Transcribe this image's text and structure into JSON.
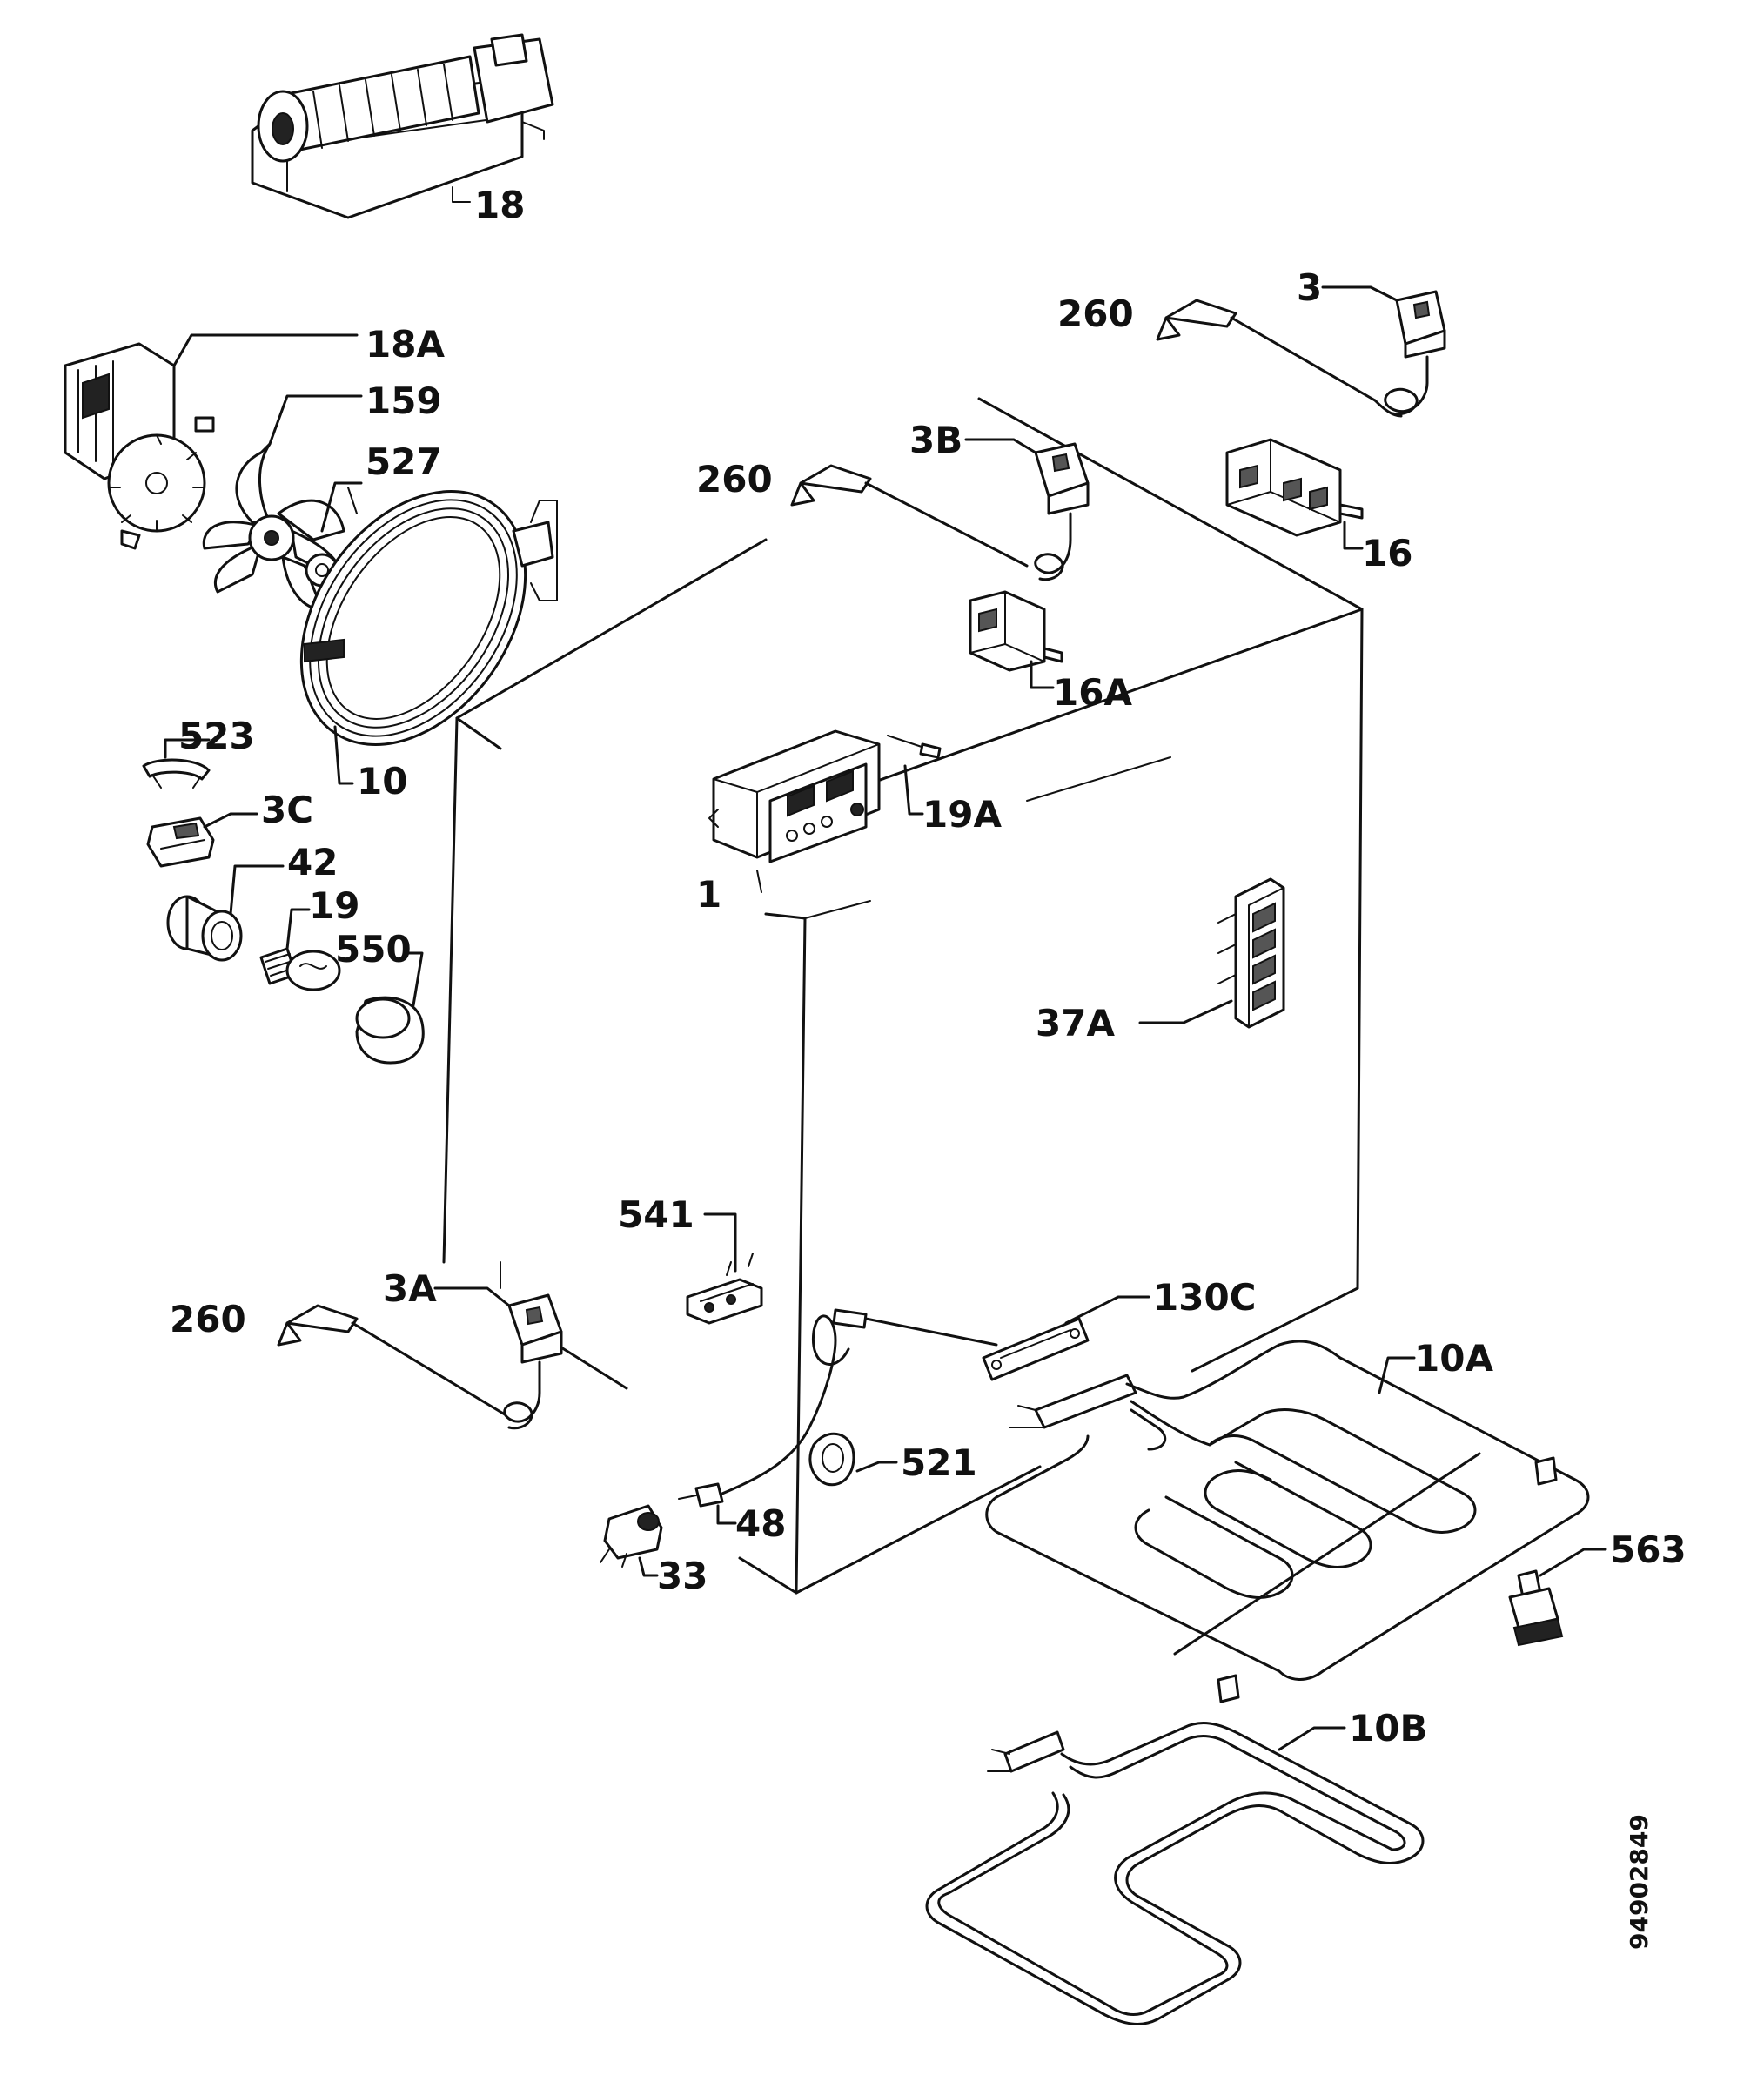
{
  "labels": {
    "p18": "18",
    "p18a": "18A",
    "p159": "159",
    "p527": "527",
    "p10": "10",
    "p523": "523",
    "p3c": "3C",
    "p42": "42",
    "p19": "19",
    "p550": "550",
    "p260_top": "260",
    "p3": "3",
    "p260_mid": "260",
    "p3b": "3B",
    "p16": "16",
    "p16a": "16A",
    "p19a": "19A",
    "p1": "1",
    "p37a": "37A",
    "p541": "541",
    "p260_low": "260",
    "p3a": "3A",
    "p130c": "130C",
    "p10a": "10A",
    "p521": "521",
    "p48": "48",
    "p33": "33",
    "p563": "563",
    "p10b": "10B"
  },
  "doc_number": "94902849"
}
